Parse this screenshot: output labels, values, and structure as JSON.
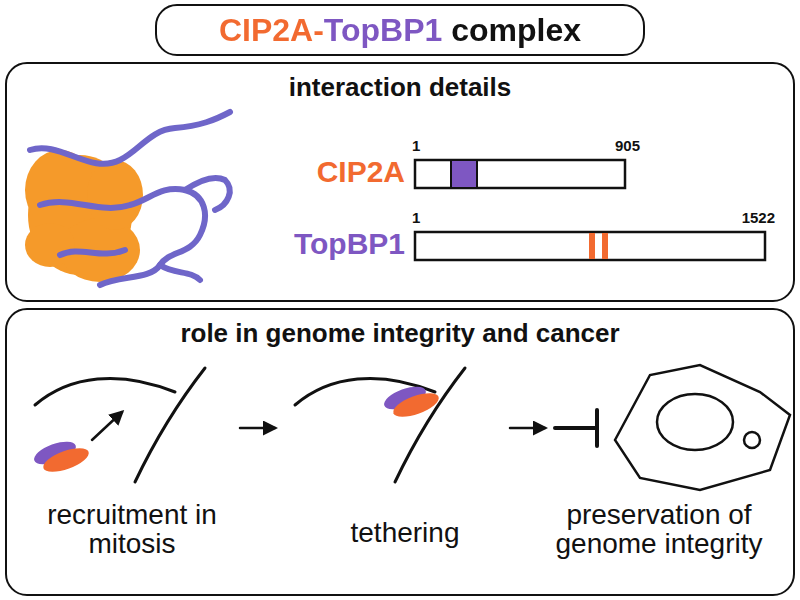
{
  "diagram": {
    "nodes": [
      {
        "text": [
          "CIP2A-TopBP1 complex"
        ]
      },
      {
        "text": [
          "interaction details"
        ]
      },
      {
        "text": [
          "role in genome integrity and cancer"
        ]
      }
    ],
    "labels": [
      "CIP2A",
      "TopBP1",
      "1",
      "905",
      "1",
      "1522",
      "recruitment in mitosis",
      "tethering",
      "preservation of genome integrity"
    ]
  }
}
